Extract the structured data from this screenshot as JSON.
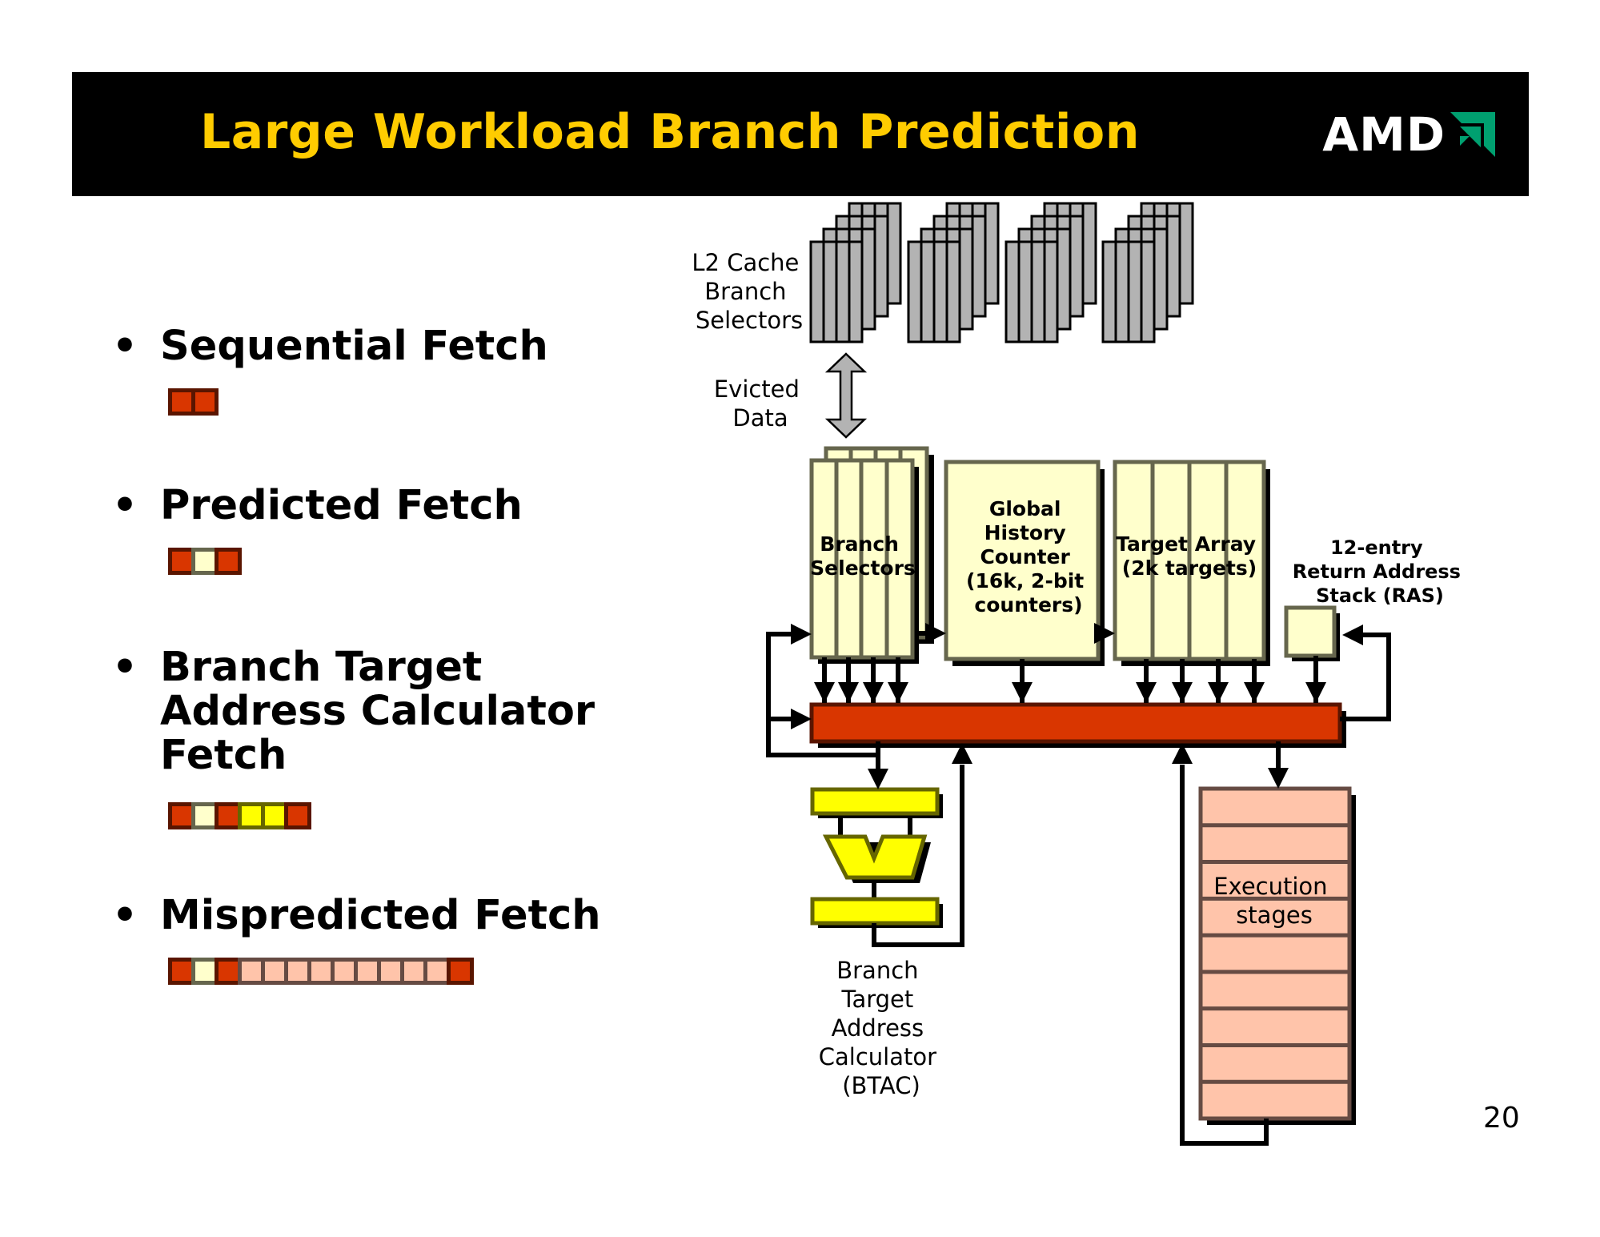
{
  "header": {
    "title": "Large Workload Branch Prediction",
    "logo_text": "AMD",
    "logo_mark_icon": "amd-arrow-logo-icon",
    "colors": {
      "title": "#ffcc00",
      "background": "#000000",
      "logo_mark": "#00a070"
    }
  },
  "bullets": [
    {
      "label": "Sequential Fetch",
      "strip": [
        "red",
        "red"
      ]
    },
    {
      "label": "Predicted Fetch",
      "strip": [
        "red",
        "cream",
        "red"
      ]
    },
    {
      "label_lines": [
        "Branch Target",
        "Address Calculator",
        "Fetch"
      ],
      "strip": [
        "red",
        "cream",
        "red",
        "yellow",
        "yellow",
        "red"
      ]
    },
    {
      "label": "Mispredicted Fetch",
      "strip": [
        "red",
        "cream",
        "red",
        "salmon",
        "salmon",
        "salmon",
        "salmon",
        "salmon",
        "salmon",
        "salmon",
        "salmon",
        "salmon",
        "red"
      ]
    }
  ],
  "diagram": {
    "l2_label": [
      "L2 Cache",
      "Branch",
      "Selectors"
    ],
    "l2_stack_count": 4,
    "evicted_label": [
      "Evicted",
      "Data"
    ],
    "branch_selectors_label": [
      "Branch",
      "Selectors"
    ],
    "ghc_label": [
      "Global",
      "History",
      "Counter",
      "(16k, 2-bit",
      "counters)"
    ],
    "target_array_label": [
      "Target Array",
      "(2k targets)"
    ],
    "ras_label": [
      "12-entry",
      "Return Address",
      "Stack (RAS)"
    ],
    "btac_label": [
      "Branch",
      "Target",
      "Address",
      "Calculator",
      "(BTAC)"
    ],
    "exec_label": [
      "Execution",
      "stages"
    ],
    "exec_stage_count": 9,
    "colors": {
      "cream": "#ffffcc",
      "cream_border": "#66664d",
      "bus": "#d93600",
      "bus_border": "#5a1500",
      "btac": "#ffff00",
      "btac_border": "#666600",
      "exec": "#ffc4aa",
      "exec_border": "#664b43",
      "l2": "#b3b3b3"
    }
  },
  "page_number": "20"
}
